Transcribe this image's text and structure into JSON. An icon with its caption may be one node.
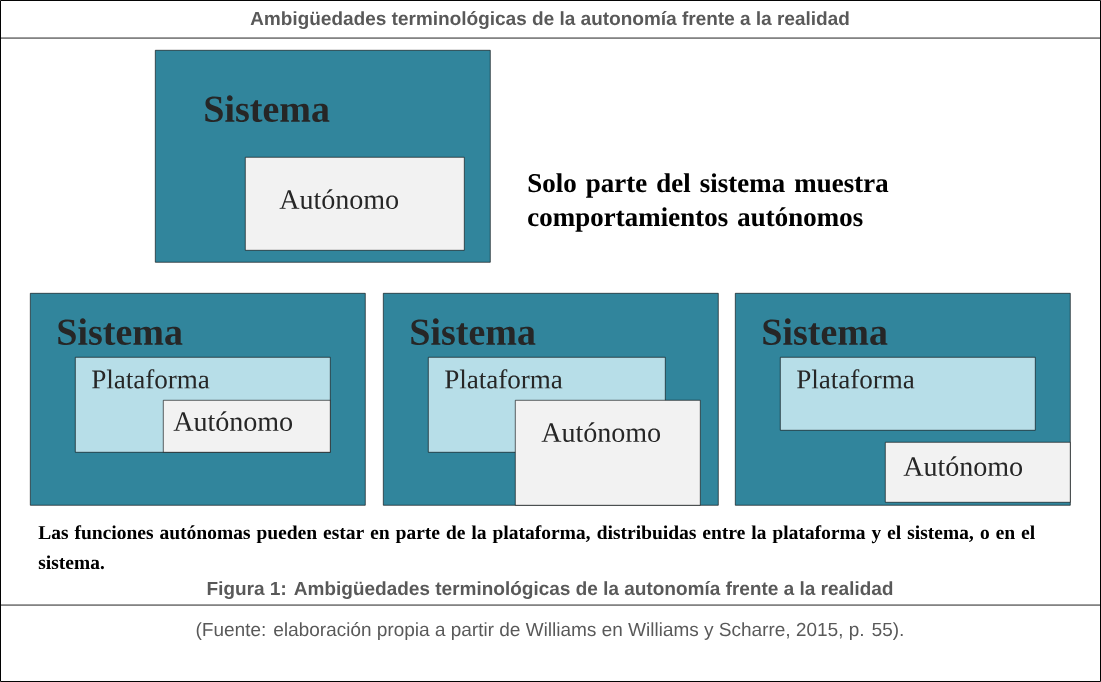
{
  "diagram": {
    "title": "Ambigüedades terminológicas de la autonomía frente a la realidad",
    "caption": "Figura 1: Ambigüedades terminológicas de la autonomía frente a la realidad",
    "nodes": [
      {
        "text": [
          "Sistema"
        ]
      },
      {
        "text": [
          "Autónomo"
        ],
        "in": 0
      },
      {
        "text": [
          "Sistema"
        ]
      },
      {
        "text": [
          "Plataforma"
        ],
        "in": 2
      },
      {
        "text": [
          "Autónomo"
        ],
        "in": 3
      },
      {
        "text": [
          "Sistema"
        ]
      },
      {
        "text": [
          "Plataforma"
        ],
        "in": 5
      },
      {
        "text": [
          "Autónomo"
        ],
        "in": 5
      },
      {
        "text": [
          "Sistema"
        ]
      },
      {
        "text": [
          "Plataforma"
        ],
        "in": 8
      },
      {
        "text": [
          "Autónomo"
        ],
        "in": 8
      }
    ],
    "edges": [],
    "labels": [
      "Solo parte del sistema muestra comportamientos autónomos",
      "Las funciones autónomas pueden estar en parte de la plataforma, distribuidas entre la plataforma y el sistema, o en el sistema.",
      "(Fuente: elaboración propia a partir de Williams en Williams y Scharre, 2015, p. 55)."
    ]
  }
}
